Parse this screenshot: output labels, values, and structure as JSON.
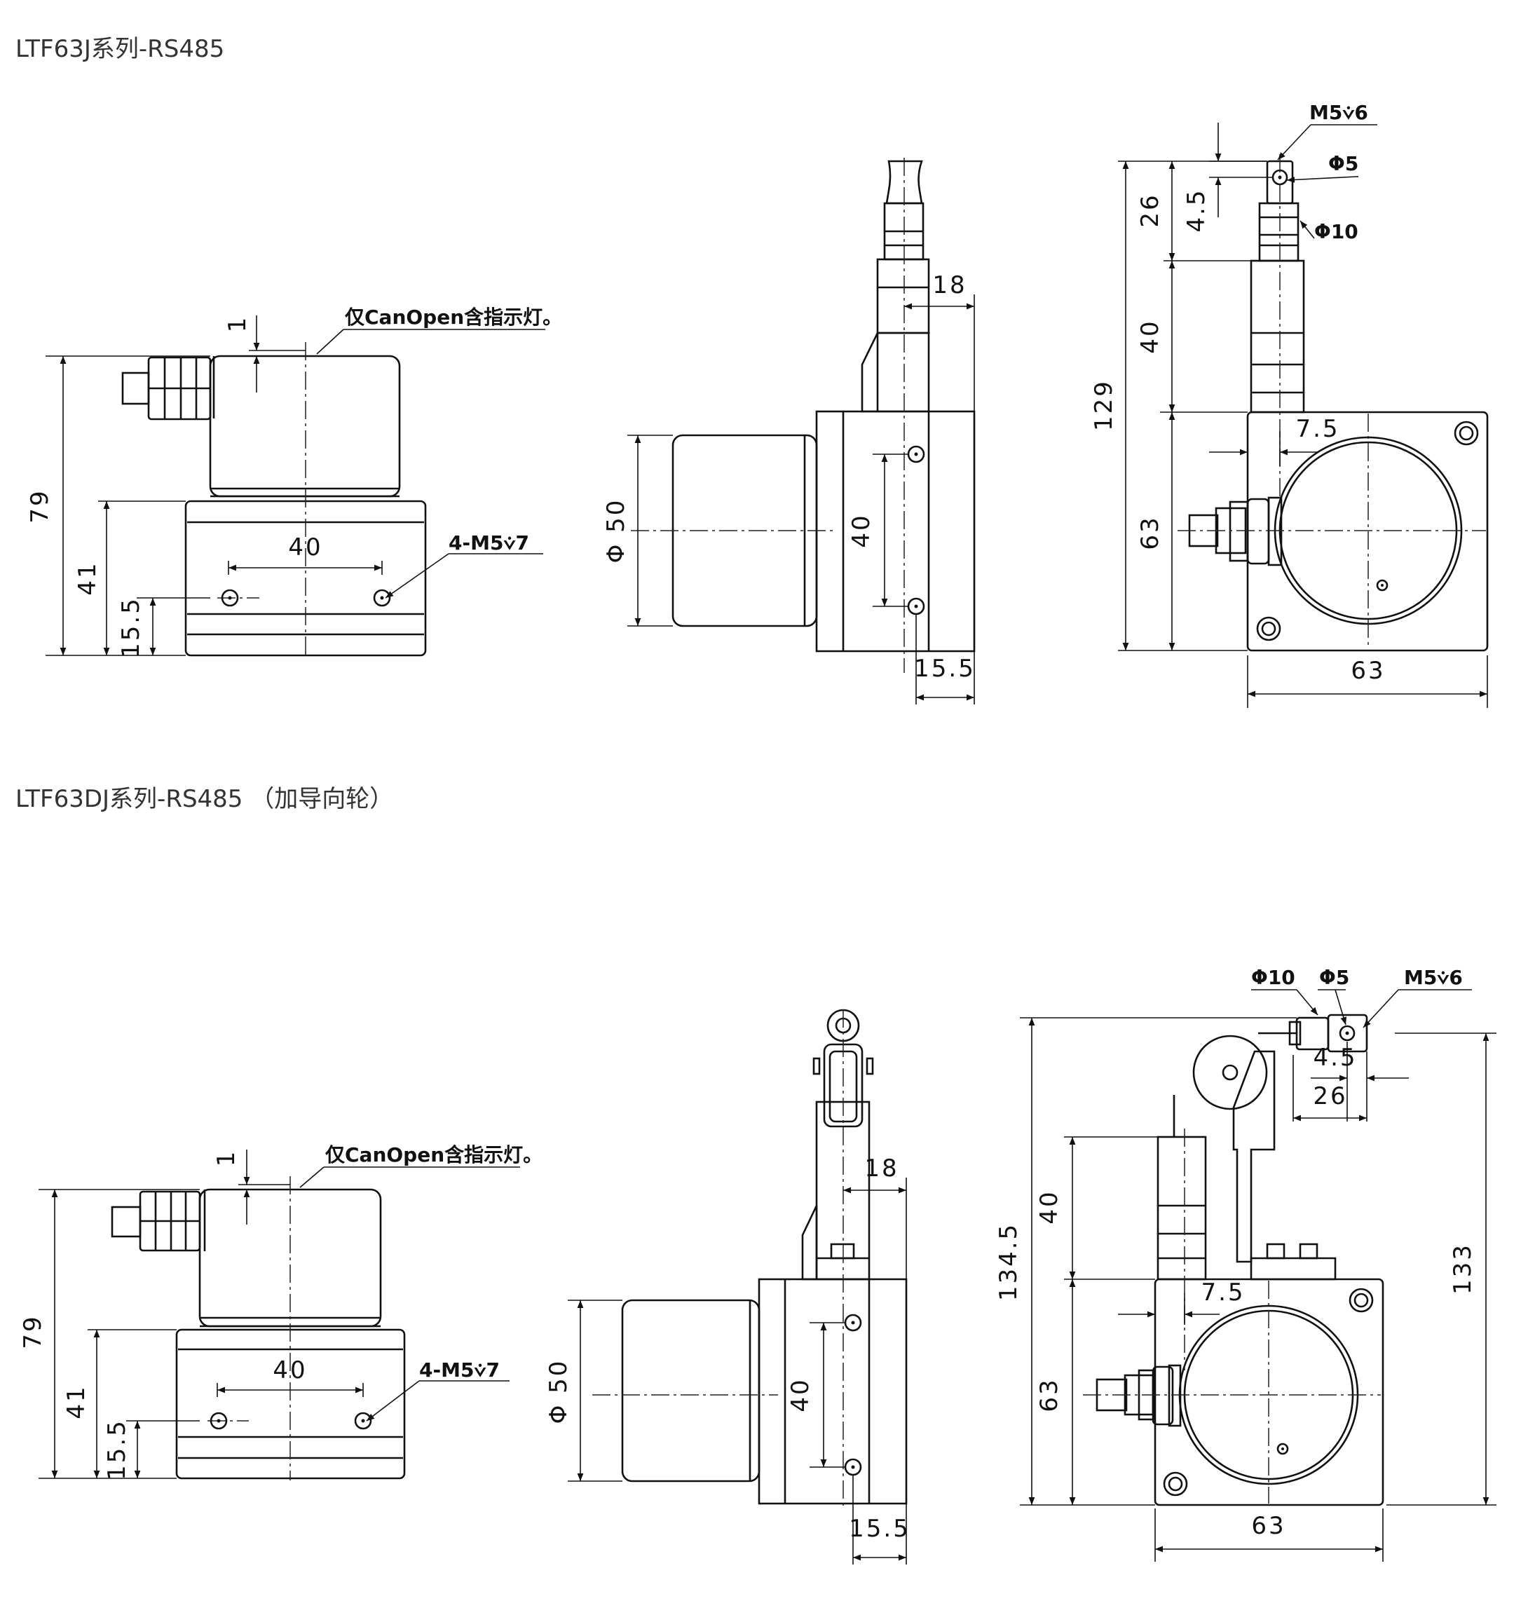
{
  "sections": [
    {
      "title": "LTF63J系列-RS485"
    },
    {
      "title": "LTF63DJ系列-RS485 （加导向轮）"
    }
  ],
  "labels": {
    "note_led": "仅CanOpen含指示灯。",
    "hole_base": "4-M5",
    "hole_base_depth": "7",
    "hole_clip": "M5",
    "hole_clip_depth": "6",
    "phi5": "5",
    "phi10": "10",
    "phi": "Φ"
  },
  "dims_top": {
    "front_height": "79",
    "base_height": "41",
    "hole_height": "15.5",
    "hole_spacing": "40",
    "gap": "1",
    "side_diameter": "Φ 50",
    "side_hole_spacing": "40",
    "side_offset": "18",
    "side_depth": "15.5",
    "rear_total": "129",
    "rear_clip": "26",
    "rear_clip_hole": "4.5",
    "rear_tube": "40",
    "rear_body": "63",
    "rear_width": "63",
    "rear_offset": "7.5"
  },
  "dims_bottom": {
    "front_height": "79",
    "base_height": "41",
    "hole_height": "15.5",
    "hole_spacing": "40",
    "gap": "1",
    "side_diameter": "Φ 50",
    "side_hole_spacing": "40",
    "side_offset": "18",
    "side_depth": "15.5",
    "rear_total_left": "134.5",
    "rear_total_right": "133",
    "rear_tube": "40",
    "rear_body": "63",
    "rear_width": "63",
    "rear_offset": "7.5",
    "clip_hole": "4.5",
    "clip_len": "26"
  }
}
